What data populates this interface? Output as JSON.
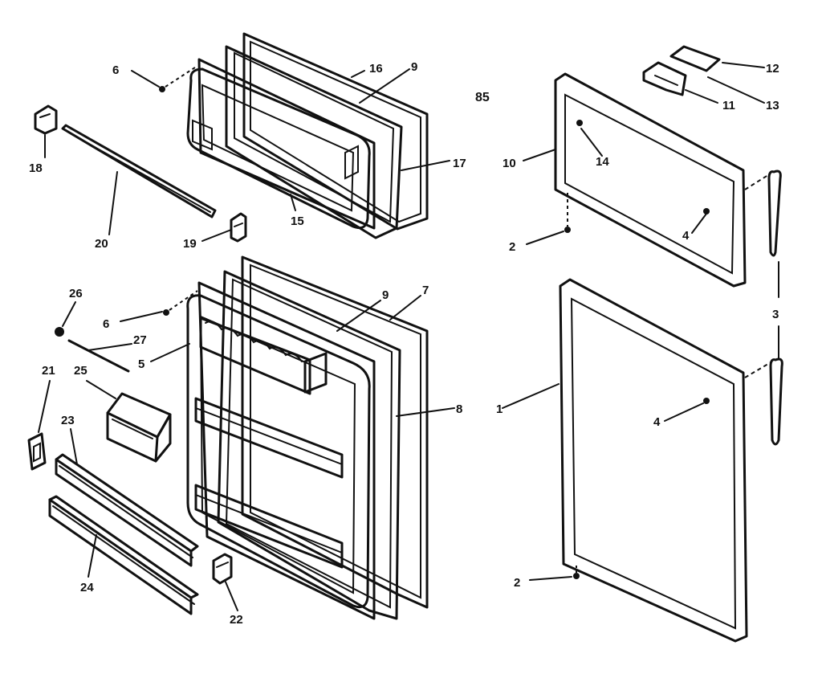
{
  "diagram": {
    "code": "85",
    "callouts": [
      {
        "id": "c6a",
        "text": "6"
      },
      {
        "id": "c16",
        "text": "16"
      },
      {
        "id": "c9a",
        "text": "9"
      },
      {
        "id": "c17",
        "text": "17"
      },
      {
        "id": "c15",
        "text": "15"
      },
      {
        "id": "c18",
        "text": "18"
      },
      {
        "id": "c20",
        "text": "20"
      },
      {
        "id": "c19",
        "text": "19"
      },
      {
        "id": "c12",
        "text": "12"
      },
      {
        "id": "c11",
        "text": "11"
      },
      {
        "id": "c13",
        "text": "13"
      },
      {
        "id": "c10",
        "text": "10"
      },
      {
        "id": "c14",
        "text": "14"
      },
      {
        "id": "c4a",
        "text": "4"
      },
      {
        "id": "c2a",
        "text": "2"
      },
      {
        "id": "c3",
        "text": "3"
      },
      {
        "id": "c26",
        "text": "26"
      },
      {
        "id": "c6b",
        "text": "6"
      },
      {
        "id": "c9b",
        "text": "9"
      },
      {
        "id": "c7",
        "text": "7"
      },
      {
        "id": "c27",
        "text": "27"
      },
      {
        "id": "c5",
        "text": "5"
      },
      {
        "id": "c21",
        "text": "21"
      },
      {
        "id": "c25",
        "text": "25"
      },
      {
        "id": "c8",
        "text": "8"
      },
      {
        "id": "c1",
        "text": "1"
      },
      {
        "id": "c4b",
        "text": "4"
      },
      {
        "id": "c23",
        "text": "23"
      },
      {
        "id": "c24",
        "text": "24"
      },
      {
        "id": "c22",
        "text": "22"
      },
      {
        "id": "c2b",
        "text": "2"
      }
    ]
  }
}
